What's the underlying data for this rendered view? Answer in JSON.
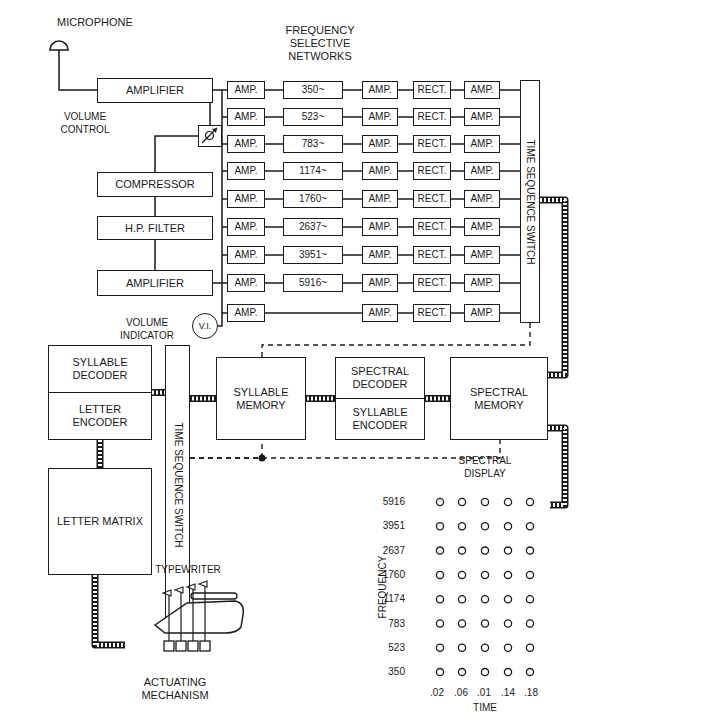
{
  "diagram": {
    "nodes": [
      {
        "text": [
          "MICROPHONE"
        ]
      },
      {
        "text": [
          "AMPLIFIER"
        ]
      },
      {
        "text": [
          "VOLUME CONTROL"
        ]
      },
      {
        "text": [
          "COMPRESSOR"
        ]
      },
      {
        "text": [
          "H.P. FILTER"
        ]
      },
      {
        "text": [
          "AMPLIFIER"
        ]
      },
      {
        "text": [
          "V.I.",
          "VOLUME INDICATOR"
        ]
      },
      {
        "text": [
          "AMP."
        ]
      },
      {
        "text": [
          "350~"
        ]
      },
      {
        "text": [
          "AMP."
        ]
      },
      {
        "text": [
          "RECT."
        ]
      },
      {
        "text": [
          "AMP."
        ]
      },
      {
        "text": [
          "AMP."
        ]
      },
      {
        "text": [
          "523~"
        ]
      },
      {
        "text": [
          "AMP."
        ]
      },
      {
        "text": [
          "RECT."
        ]
      },
      {
        "text": [
          "AMP."
        ]
      },
      {
        "text": [
          "AMP."
        ]
      },
      {
        "text": [
          "783~"
        ]
      },
      {
        "text": [
          "AMP."
        ]
      },
      {
        "text": [
          "RECT."
        ]
      },
      {
        "text": [
          "AMP."
        ]
      },
      {
        "text": [
          "AMP."
        ]
      },
      {
        "text": [
          "1174~"
        ]
      },
      {
        "text": [
          "AMP."
        ]
      },
      {
        "text": [
          "RECT."
        ]
      },
      {
        "text": [
          "AMP."
        ]
      },
      {
        "text": [
          "AMP."
        ]
      },
      {
        "text": [
          "1760~"
        ]
      },
      {
        "text": [
          "AMP."
        ]
      },
      {
        "text": [
          "RECT."
        ]
      },
      {
        "text": [
          "AMP."
        ]
      },
      {
        "text": [
          "AMP."
        ]
      },
      {
        "text": [
          "2637~"
        ]
      },
      {
        "text": [
          "AMP."
        ]
      },
      {
        "text": [
          "RECT."
        ]
      },
      {
        "text": [
          "AMP."
        ]
      },
      {
        "text": [
          "AMP."
        ]
      },
      {
        "text": [
          "3951~"
        ]
      },
      {
        "text": [
          "AMP."
        ]
      },
      {
        "text": [
          "RECT."
        ]
      },
      {
        "text": [
          "AMP."
        ]
      },
      {
        "text": [
          "AMP."
        ]
      },
      {
        "text": [
          "5916~"
        ]
      },
      {
        "text": [
          "AMP."
        ]
      },
      {
        "text": [
          "RECT."
        ]
      },
      {
        "text": [
          "AMP."
        ]
      },
      {
        "text": [
          "AMP."
        ]
      },
      {
        "text": [
          "AMP."
        ]
      },
      {
        "text": [
          "RECT."
        ]
      },
      {
        "text": [
          "AMP."
        ]
      },
      {
        "text": [
          "TIME SEQUENCE SWITCH"
        ]
      },
      {
        "text": [
          "SYLLABLE DECODER",
          "LETTER ENCODER"
        ]
      },
      {
        "text": [
          "TIME SEQUENCE SWITCH"
        ]
      },
      {
        "text": [
          "SYLLABLE MEMORY"
        ]
      },
      {
        "text": [
          "SPECTRAL DECODER",
          "SYLLABLE ENCODER"
        ]
      },
      {
        "text": [
          "SPECTRAL MEMORY"
        ]
      },
      {
        "text": [
          "LETTER MATRIX"
        ]
      },
      {
        "text": [
          "SPECTRAL DISPLAY"
        ]
      },
      {
        "text": [
          "TYPEWRITER"
        ]
      }
    ],
    "edges": [
      {
        "from": 0,
        "to": 1,
        "arrow": "none"
      },
      {
        "from": 1,
        "to": 2,
        "arrow": "none"
      },
      {
        "from": 2,
        "to": 3,
        "arrow": "none"
      },
      {
        "from": 3,
        "to": 4,
        "arrow": "none"
      },
      {
        "from": 4,
        "to": 5,
        "arrow": "none"
      },
      {
        "from": 1,
        "to": 7,
        "arrow": "none"
      },
      {
        "from": 5,
        "to": 42,
        "arrow": "none"
      },
      {
        "from": 6,
        "to": 47,
        "arrow": "none"
      },
      {
        "from": 7,
        "to": 8,
        "arrow": "none"
      },
      {
        "from": 8,
        "to": 9,
        "arrow": "none"
      },
      {
        "from": 9,
        "to": 10,
        "arrow": "none"
      },
      {
        "from": 10,
        "to": 11,
        "arrow": "none"
      },
      {
        "from": 12,
        "to": 13,
        "arrow": "none"
      },
      {
        "from": 13,
        "to": 14,
        "arrow": "none"
      },
      {
        "from": 14,
        "to": 15,
        "arrow": "none"
      },
      {
        "from": 15,
        "to": 16,
        "arrow": "none"
      },
      {
        "from": 17,
        "to": 18,
        "arrow": "none"
      },
      {
        "from": 18,
        "to": 19,
        "arrow": "none"
      },
      {
        "from": 19,
        "to": 20,
        "arrow": "none"
      },
      {
        "from": 20,
        "to": 21,
        "arrow": "none"
      },
      {
        "from": 22,
        "to": 23,
        "arrow": "none"
      },
      {
        "from": 23,
        "to": 24,
        "arrow": "none"
      },
      {
        "from": 24,
        "to": 25,
        "arrow": "none"
      },
      {
        "from": 25,
        "to": 26,
        "arrow": "none"
      },
      {
        "from": 27,
        "to": 28,
        "arrow": "none"
      },
      {
        "from": 28,
        "to": 29,
        "arrow": "none"
      },
      {
        "from": 29,
        "to": 30,
        "arrow": "none"
      },
      {
        "from": 30,
        "to": 31,
        "arrow": "none"
      },
      {
        "from": 32,
        "to": 33,
        "arrow": "none"
      },
      {
        "from": 33,
        "to": 34,
        "arrow": "none"
      },
      {
        "from": 34,
        "to": 35,
        "arrow": "none"
      },
      {
        "from": 35,
        "to": 36,
        "arrow": "none"
      },
      {
        "from": 37,
        "to": 38,
        "arrow": "none"
      },
      {
        "from": 38,
        "to": 39,
        "arrow": "none"
      },
      {
        "from": 39,
        "to": 40,
        "arrow": "none"
      },
      {
        "from": 40,
        "to": 41,
        "arrow": "none"
      },
      {
        "from": 42,
        "to": 43,
        "arrow": "none"
      },
      {
        "from": 43,
        "to": 44,
        "arrow": "none"
      },
      {
        "from": 44,
        "to": 45,
        "arrow": "none"
      },
      {
        "from": 45,
        "to": 46,
        "arrow": "none"
      },
      {
        "from": 47,
        "to": 48,
        "arrow": "none"
      },
      {
        "from": 48,
        "to": 49,
        "arrow": "none"
      },
      {
        "from": 49,
        "to": 50,
        "arrow": "none"
      },
      {
        "from": 11,
        "to": 51,
        "arrow": "none"
      },
      {
        "from": 16,
        "to": 51,
        "arrow": "none"
      },
      {
        "from": 21,
        "to": 51,
        "arrow": "none"
      },
      {
        "from": 26,
        "to": 51,
        "arrow": "none"
      },
      {
        "from": 31,
        "to": 51,
        "arrow": "none"
      },
      {
        "from": 36,
        "to": 51,
        "arrow": "none"
      },
      {
        "from": 41,
        "to": 51,
        "arrow": "none"
      },
      {
        "from": 46,
        "to": 51,
        "arrow": "none"
      },
      {
        "from": 50,
        "to": 51,
        "arrow": "none"
      },
      {
        "from": 51,
        "to": 56,
        "arrow": "none"
      },
      {
        "from": 56,
        "to": 55,
        "arrow": "none"
      },
      {
        "from": 55,
        "to": 54,
        "arrow": "none"
      },
      {
        "from": 54,
        "to": 53,
        "arrow": "none"
      },
      {
        "from": 53,
        "to": 52,
        "arrow": "none"
      },
      {
        "from": 52,
        "to": 57,
        "arrow": "none"
      },
      {
        "from": 57,
        "to": 59,
        "arrow": "none"
      },
      {
        "from": 56,
        "to": 58,
        "arrow": "none"
      },
      {
        "from": 51,
        "to": 54,
        "arrow": "none"
      },
      {
        "from": 53,
        "to": 56,
        "arrow": "none"
      },
      {
        "from": 53,
        "to": 54,
        "arrow": "none"
      }
    ],
    "labels": [
      "FREQUENCY SELECTIVE NETWORKS",
      "5916",
      "3951",
      "2637",
      "1760",
      "1174",
      "783",
      "523",
      "350",
      "FREQUENCY",
      ".02",
      ".06",
      ".01",
      ".14",
      ".18",
      "TIME",
      "ACTUATING MECHANISM"
    ]
  }
}
